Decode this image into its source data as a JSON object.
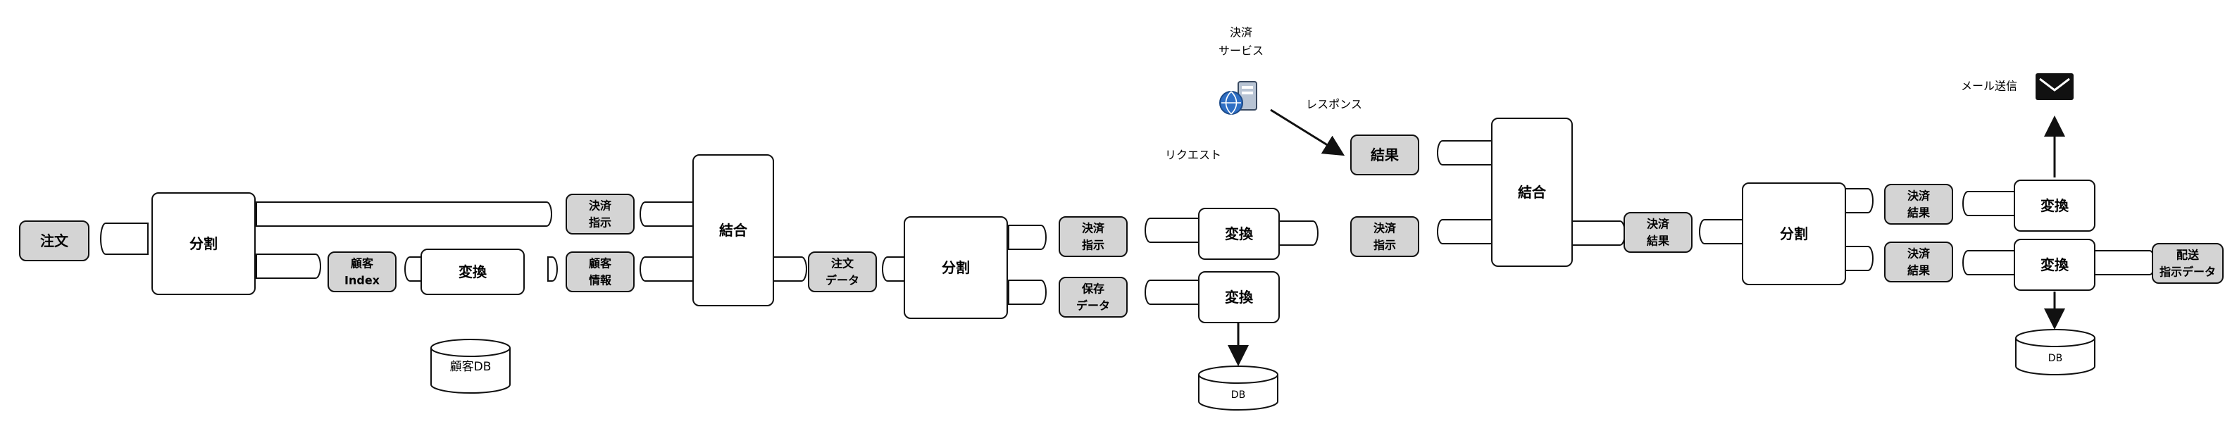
{
  "order": "注文",
  "split": "分割",
  "transform": "変換",
  "join": "結合",
  "payment_instruction": [
    "決済",
    "指示"
  ],
  "customer_index": [
    "顧客",
    "Index"
  ],
  "customer_info": [
    "顧客",
    "情報"
  ],
  "order_data": [
    "注文",
    "データ"
  ],
  "saved_data": [
    "保存",
    "データ"
  ],
  "customer_db": "顧客DB",
  "db": "DB",
  "payment_service": [
    "決済",
    "サービス"
  ],
  "request": "リクエスト",
  "response": "レスポンス",
  "result": "結果",
  "payment_result": [
    "決済",
    "結果"
  ],
  "mail_send": "メール送信",
  "delivery_instruction": [
    "配送",
    "指示データ"
  ],
  "icons": [
    "globe-server-icon",
    "envelope-icon"
  ]
}
